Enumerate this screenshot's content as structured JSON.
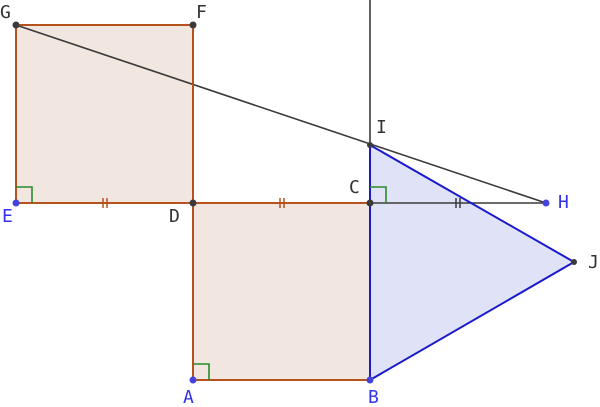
{
  "colors": {
    "square_fill": "#f2e6e0",
    "square_edge": "#b5521e",
    "triangle_fill": "#e0e2f7",
    "triangle_edge": "#1a1acc",
    "construction": "#3a3a3a",
    "right_angle": "#2a8a2a",
    "label_dark": "#333333",
    "label_blue": "#3333ee",
    "point": "#3a3a3a",
    "point_blue": "#4444dd"
  },
  "labels": {
    "A": "A",
    "B": "B",
    "C": "C",
    "D": "D",
    "E": "E",
    "F": "F",
    "G": "G",
    "H": "H",
    "I": "I",
    "J": "J"
  }
}
